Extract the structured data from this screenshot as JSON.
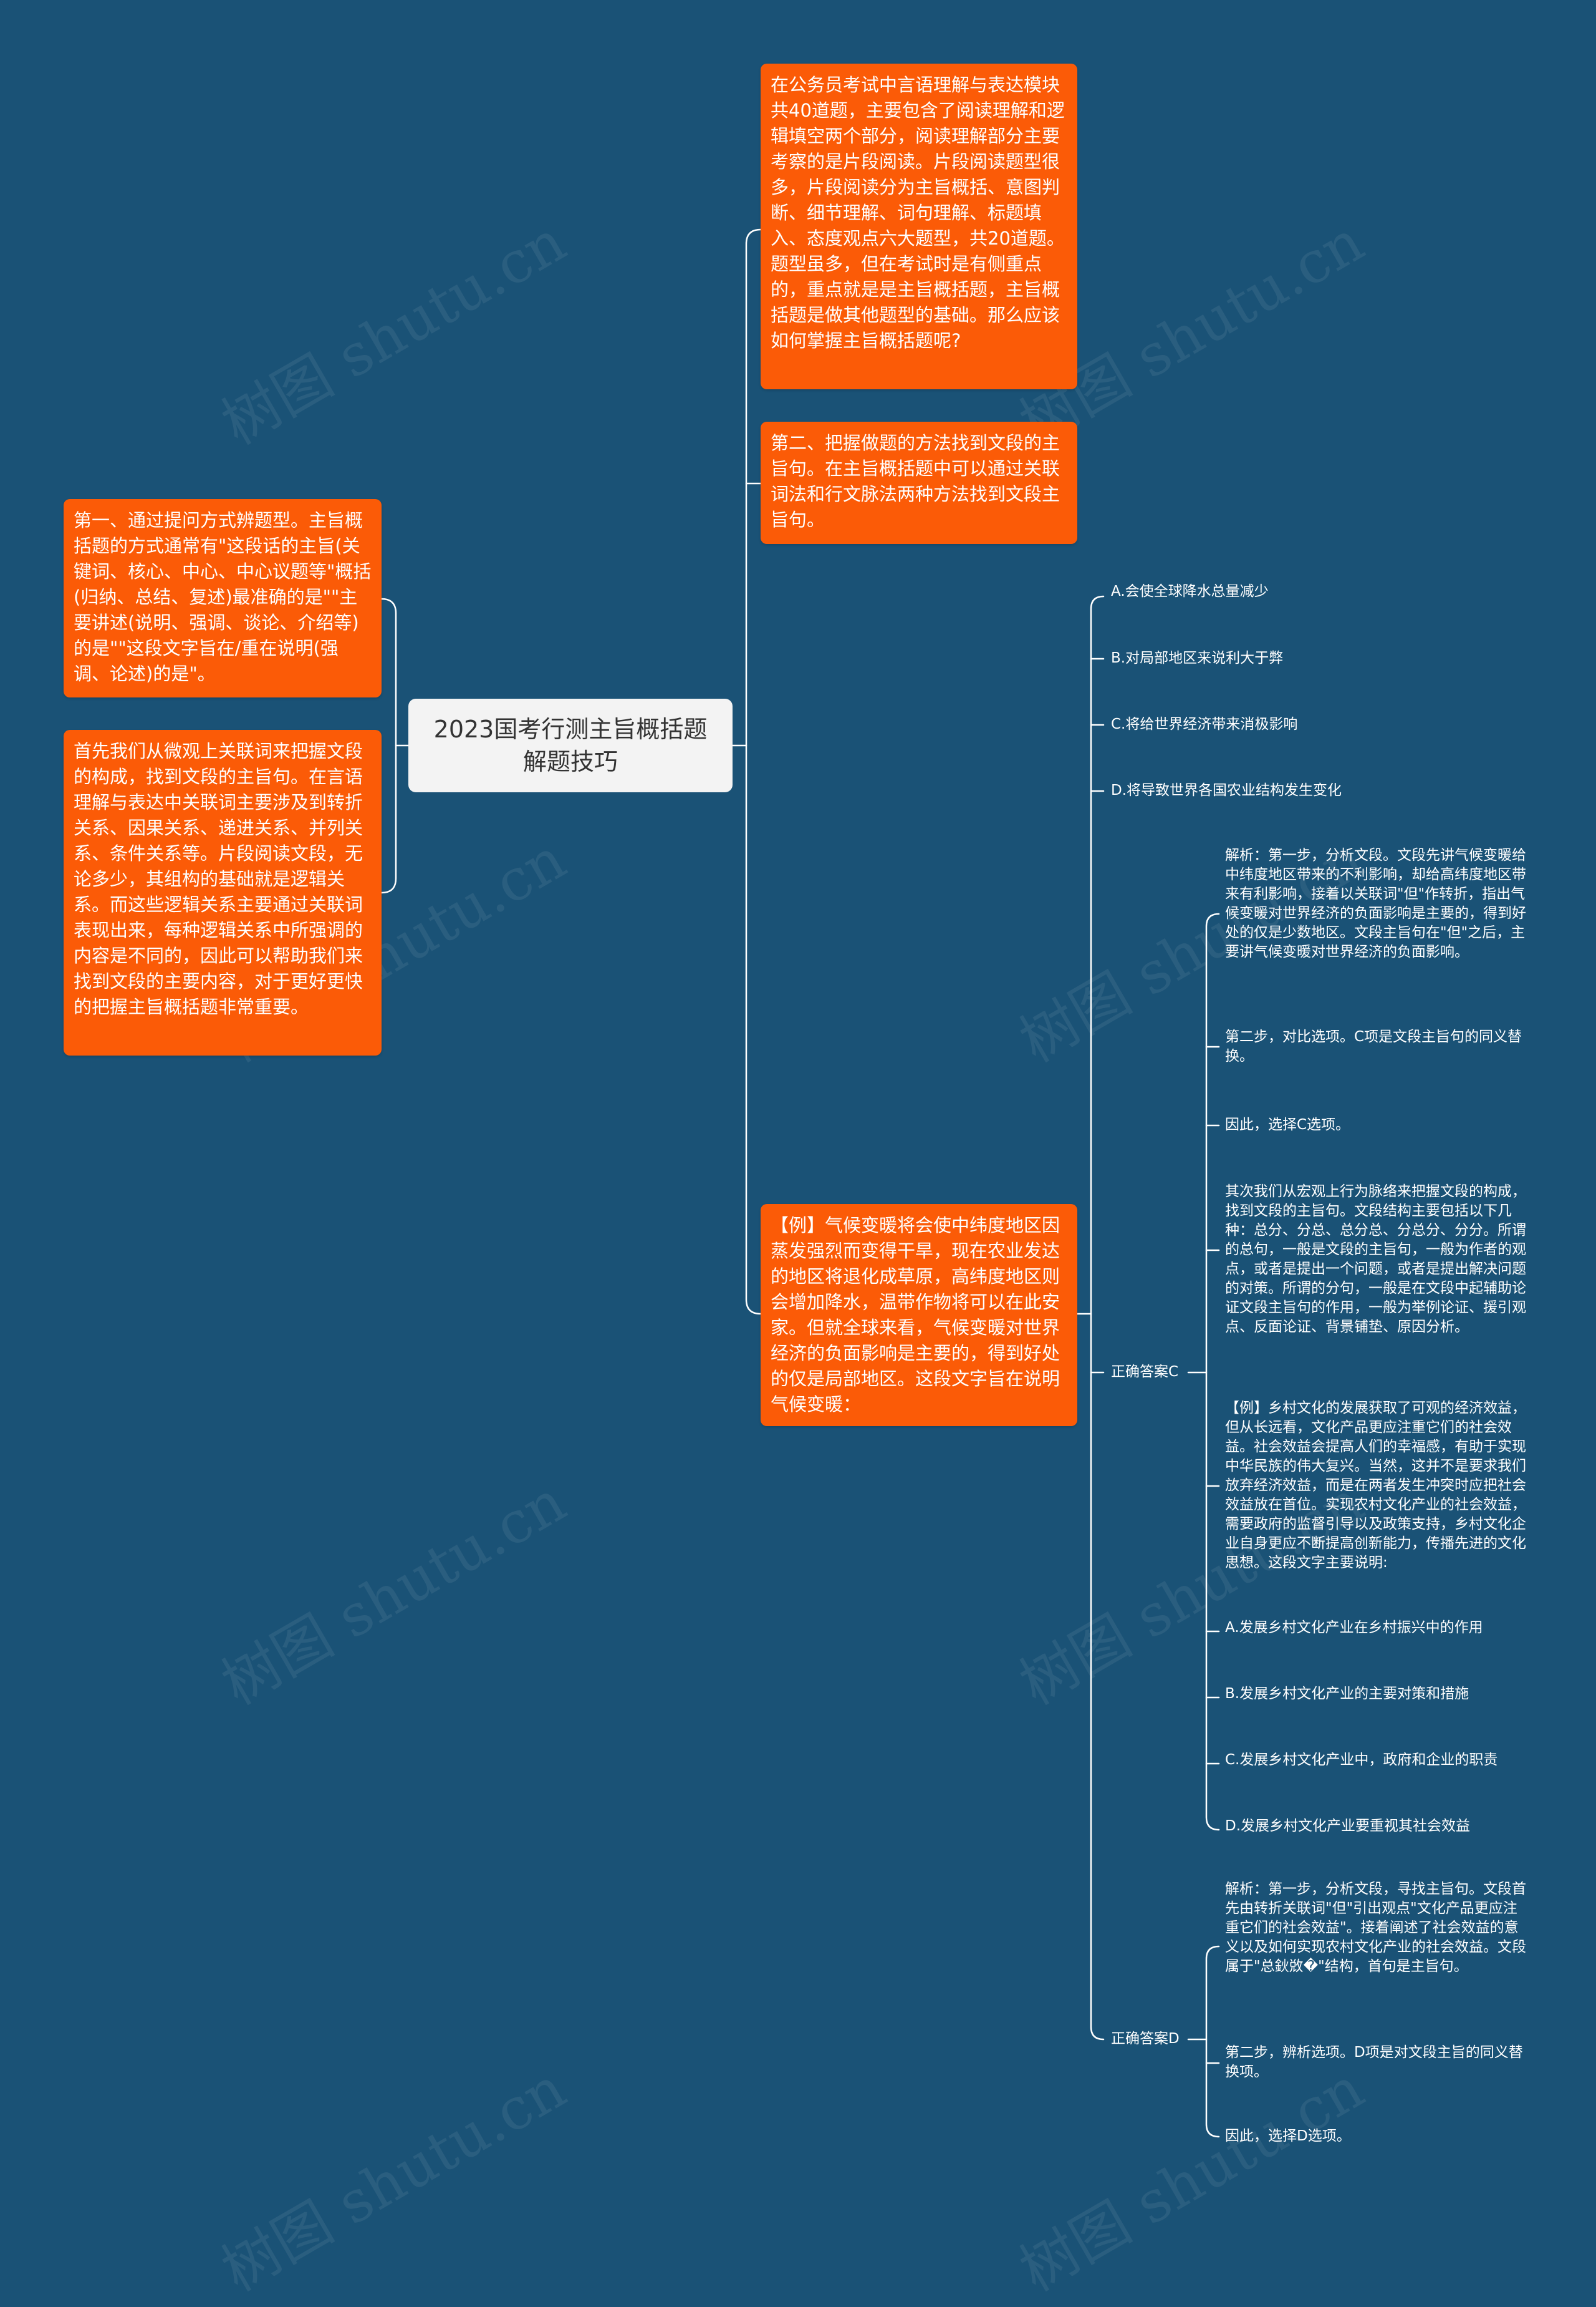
{
  "central": {
    "title": "2023国考行测主旨概括题解题技巧"
  },
  "left_nodes": [
    "第一、通过提问方式辨题型。主旨概括题的方式通常有\"这段话的主旨(关键词、核心、中心、中心议题等\"概括(归纳、总结、复述)最准确的是\"\"主要讲述(说明、强调、谈论、介绍等)的是\"\"这段文字旨在/重在说明(强调、论述)的是\"。",
    "首先我们从微观上关联词来把握文段的构成，找到文段的主旨句。在言语理解与表达中关联词主要涉及到转折关系、因果关系、递进关系、并列关系、条件关系等。片段阅读文段，无论多少，其组构的基础就是逻辑关系。而这些逻辑关系主要通过关联词表现出来，每种逻辑关系中所强调的内容是不同的，因此可以帮助我们来找到文段的主要内容，对于更好更快的把握主旨概括题非常重要。"
  ],
  "right_nodes": {
    "intro": "在公务员考试中言语理解与表达模块共40道题，主要包含了阅读理解和逻辑填空两个部分，阅读理解部分主要考察的是片段阅读。片段阅读题型很多，片段阅读分为主旨概括、意图判断、细节理解、词句理解、标题填入、态度观点六大题型，共20道题。题型虽多，但在考试时是有侧重点的，重点就是是主旨概括题，主旨概括题是做其他题型的基础。那么应该如何掌握主旨概括题呢?",
    "second": "第二、把握做题的方法找到文段的主旨句。在主旨概括题中可以通过关联词法和行文脉法两种方法找到文段主旨句。",
    "example": "【例】气候变暖将会使中纬度地区因蒸发强烈而变得干旱，现在农业发达的地区将退化成草原，高纬度地区则会增加降水，温带作物将可以在此安家。但就全球来看，气候变暖对世界经济的负面影响是主要的，得到好处的仅是局部地区。这段文字旨在说明气候变暖："
  },
  "options": [
    "A.会使全球降水总量减少",
    "B.对局部地区来说利大于弊",
    "C.将给世界经济带来消极影响",
    "D.将导致世界各国农业结构发生变化"
  ],
  "answer_c": {
    "label": "正确答案C",
    "items": [
      "解析：第一步，分析文段。文段先讲气候变暖给中纬度地区带来的不利影响，却给高纬度地区带来有利影响，接着以关联词\"但\"作转折，指出气候变暖对世界经济的负面影响是主要的，得到好处的仅是少数地区。文段主旨句在\"但\"之后，主要讲气候变暖对世界经济的负面影响。",
      "第二步，对比选项。C项是文段主旨句的同义替换。",
      "因此，选择C选项。",
      "其次我们从宏观上行为脉络来把握文段的构成，找到文段的主旨句。文段结构主要包括以下几种：总分、分总、总分总、分总分、分分。所谓的总句，一般是文段的主旨句，一般为作者的观点，或者是提出一个问题，或者是提出解决问题的对策。所谓的分句，一般是在文段中起辅助论证文段主旨句的作用，一般为举例论证、援引观点、反面论证、背景铺垫、原因分析。",
      "【例】乡村文化的发展获取了可观的经济效益，但从长远看，文化产品更应注重它们的社会效益。社会效益会提高人们的幸福感，有助于实现中华民族的伟大复兴。当然，这并不是要求我们放弃经济效益，而是在两者发生冲突时应把社会效益放在首位。实现农村文化产业的社会效益，需要政府的监督引导以及政策支持，乡村文化企业自身更应不断提高创新能力，传播先进的文化思想。这段文字主要说明:",
      "A.发展乡村文化产业在乡村振兴中的作用",
      "B.发展乡村文化产业的主要对策和措施",
      "C.发展乡村文化产业中，政府和企业的职责",
      "D.发展乡村文化产业要重视其社会效益"
    ]
  },
  "answer_d": {
    "label": "正确答案D",
    "items": [
      "解析：第一步，分析文段，寻找主旨句。文段首先由转折关联词\"但\"引出观点\"文化产品更应注重它们的社会效益\"。接着阐述了社会效益的意义以及如何实现农村文化产业的社会效益。文段属于\"总鈥敚�\"结构，首句是主旨句。",
      "第二步，辨析选项。D项是对文段主旨的同义替换项。",
      "因此，选择D选项。"
    ]
  },
  "watermark": "树图 shutu.cn",
  "colors": {
    "background": "#1a5276",
    "node_orange": "#fb5b07",
    "central_bg": "#f3f3f3",
    "line": "#ffffff"
  }
}
